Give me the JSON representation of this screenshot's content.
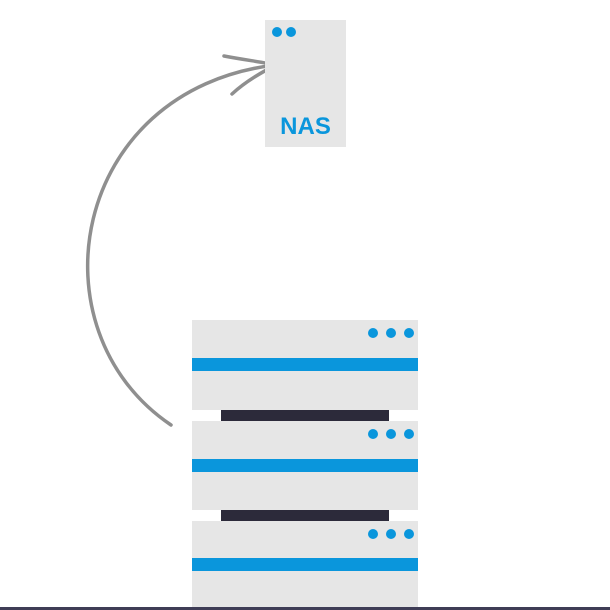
{
  "diagram": {
    "colors": {
      "accent": "#0a96dc",
      "panel": "#e6e6e6",
      "rail": "#2c2a3a",
      "arrow": "#8f8f8f",
      "floor": "#3f3d56"
    },
    "nas": {
      "label": "NAS",
      "led_count": 2
    },
    "server_stack": {
      "units": [
        {
          "led_count": 3
        },
        {
          "led_count": 3
        },
        {
          "led_count": 3
        }
      ]
    },
    "connector": {
      "icon": "curved-arrow-icon",
      "direction": "server-to-nas"
    }
  }
}
